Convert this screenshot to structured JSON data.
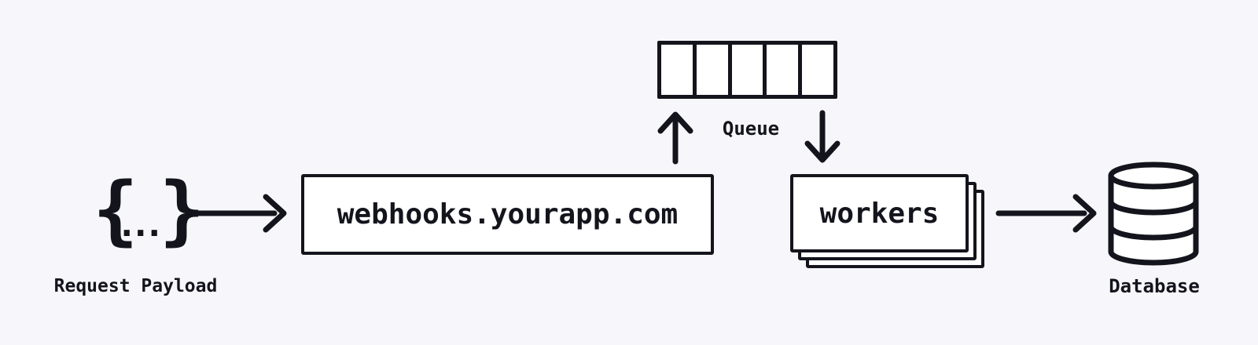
{
  "colors": {
    "ink": "#14141d",
    "background": "#f7f7fb",
    "node_fill": "#ffffff"
  },
  "diagram": {
    "payload": {
      "brace_left": "{",
      "dots": "...",
      "brace_right": "}",
      "label": "Request Payload"
    },
    "server": {
      "label": "webhooks.yourapp.com"
    },
    "queue": {
      "label": "Queue",
      "cells": 5
    },
    "workers": {
      "label": "workers",
      "stack_count": 3
    },
    "database": {
      "label": "Database"
    }
  }
}
